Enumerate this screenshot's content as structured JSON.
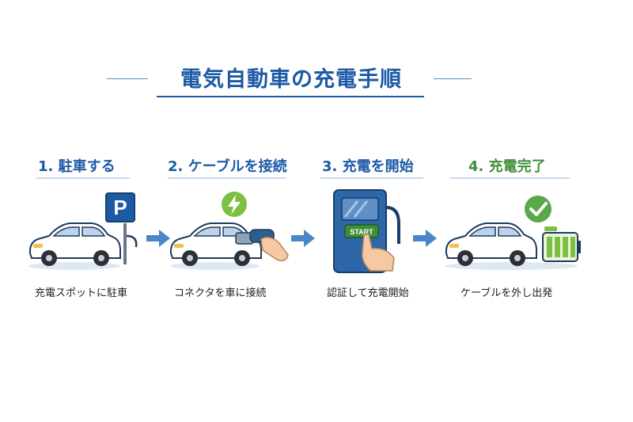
{
  "title": "電気自動車の充電手順",
  "steps": [
    {
      "number": "1.",
      "label": "駐車する",
      "caption": "充電スポットに駐車"
    },
    {
      "number": "2.",
      "label": "ケーブルを接続",
      "caption": "コネクタを車に接続"
    },
    {
      "number": "3.",
      "label": "充電を開始",
      "caption": "認証して充電開始"
    },
    {
      "number": "4.",
      "label": "充電完了",
      "caption": "ケーブルを外し出発"
    }
  ],
  "parking_sign": "P",
  "start_button": "START",
  "colors": {
    "primary": "#1d5aa6",
    "accent_blue": "#4a86c8",
    "success_green": "#3f8f3a",
    "battery_green": "#7bc043",
    "car_body": "#ffffff"
  },
  "icons": [
    "parking-sign-icon",
    "lightning-bolt-icon",
    "charging-station-icon",
    "checkmark-icon",
    "battery-icon"
  ]
}
